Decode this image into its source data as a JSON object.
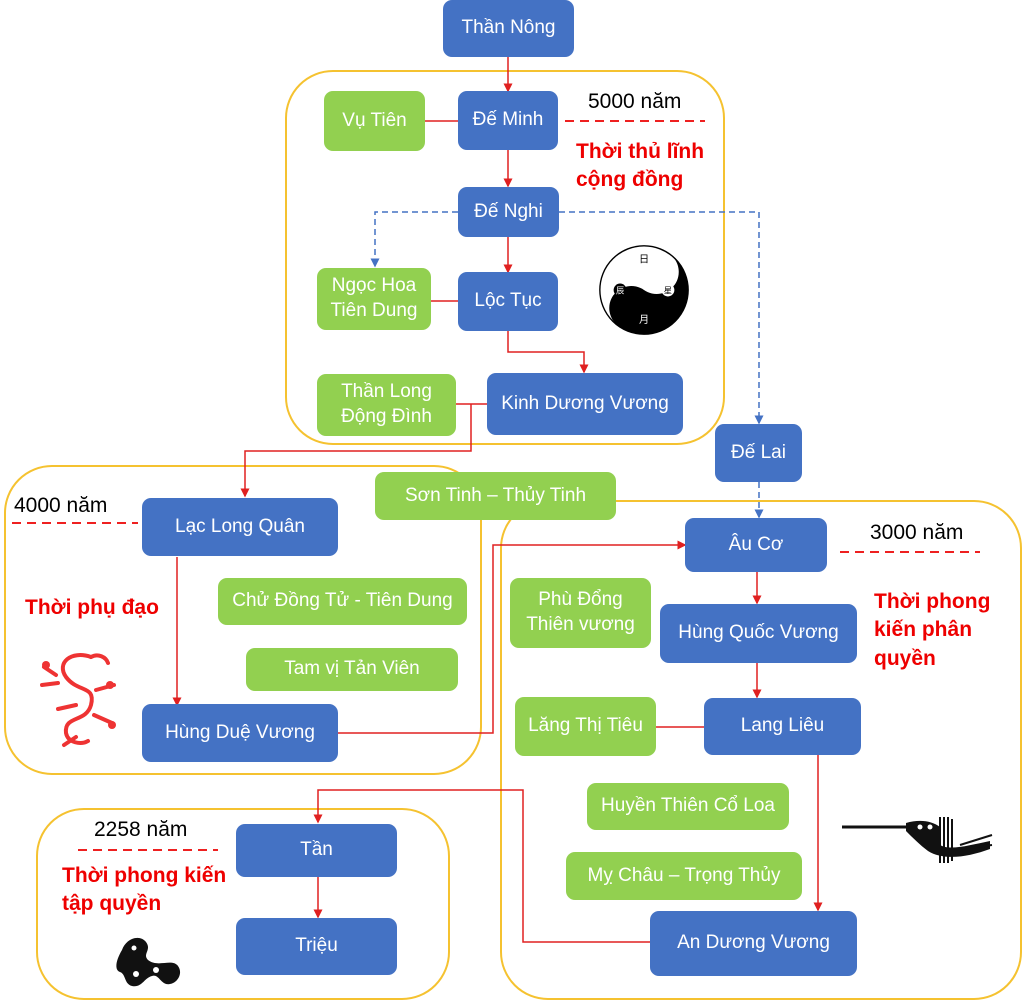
{
  "colors": {
    "ruler": "#4472c4",
    "spouse": "#92d050",
    "era_text": "#ee0000",
    "group_border": "#f5c230",
    "link_line": "#e02020",
    "dashed_link": "#4472c4"
  },
  "nodes": {
    "than_nong": "Thần Nông",
    "de_minh": "Đế Minh",
    "vu_tien": "Vụ Tiên",
    "de_nghi": "Đế Nghi",
    "ngoc_hoa": "Ngọc Hoa\nTiên Dung",
    "loc_tuc": "Lộc Tục",
    "than_long": "Thần Long\nĐộng Đình",
    "kinh_duong_vuong": "Kinh Dương Vương",
    "de_lai": "Đế Lai",
    "lac_long_quan": "Lạc Long Quân",
    "son_tinh": "Sơn Tinh – Thủy Tinh",
    "chu_dong_tu": "Chử Đồng Tử - Tiên Dung",
    "tam_vi": "Tam vị Tản Viên",
    "hung_due_vuong": "Hùng Duệ Vương",
    "au_co": "Âu Cơ",
    "phu_dong": "Phù Đổng\nThiên vương",
    "hung_quoc_vuong": "Hùng Quốc Vương",
    "lang_thi_tieu": "Lăng Thị Tiêu",
    "lang_lieu": "Lang Liêu",
    "huyen_thien": "Huyền Thiên Cổ Loa",
    "my_chau": "Mỵ Châu – Trọng Thủy",
    "an_duong_vuong": "An Dương Vương",
    "tan": "Tần",
    "trieu": "Triệu"
  },
  "eras": {
    "e1": {
      "years": "5000 năm",
      "title": "Thời thủ lĩnh\ncộng đồng"
    },
    "e2": {
      "years": "4000 năm",
      "title": "Thời phụ đạo"
    },
    "e3": {
      "years": "3000 năm",
      "title": "Thời phong\nkiến phân\nquyền"
    },
    "e4": {
      "years": "2258 năm",
      "title": "Thời phong kiến\ntập quyền"
    }
  },
  "yinyang": {
    "top": "日",
    "left": "辰",
    "right": "星",
    "bottom": "月"
  }
}
